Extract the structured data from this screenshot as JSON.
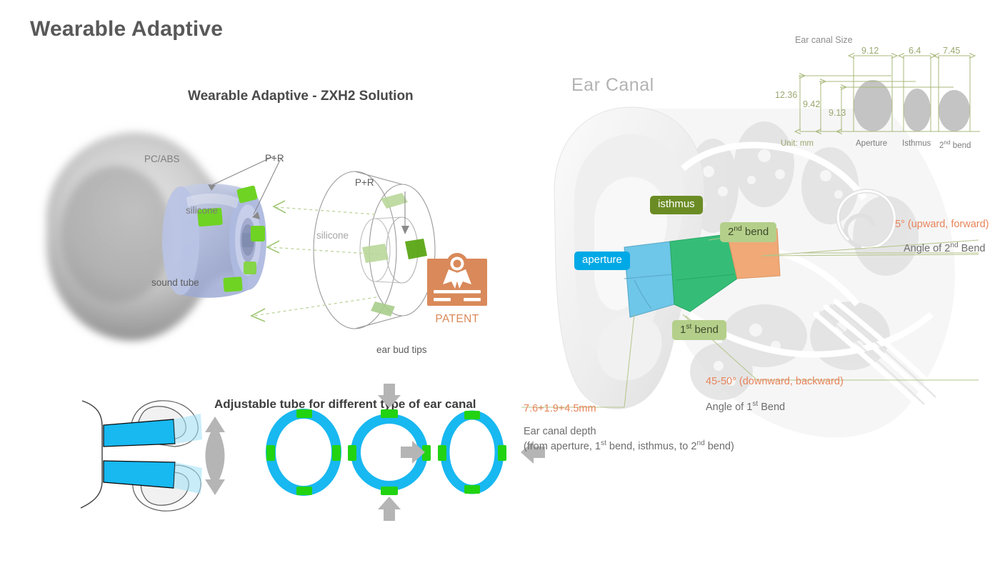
{
  "slide": {
    "title": "Wearable Adaptive"
  },
  "left_panel": {
    "subtitle": "Wearable Adaptive - ZXH2 Solution",
    "labels": {
      "pc_abs": "PC/ABS",
      "silicone_body": "silicone",
      "sound_tube": "sound tube",
      "pr_top": "P+R",
      "pr_tip": "P+R",
      "silicone_tip": "silicone",
      "ear_bud_tips": "ear bud tips"
    },
    "patent": {
      "label": "PATENT",
      "icon": "award-ribbon-icon",
      "color": "#d9895a"
    }
  },
  "adjustable_tube": {
    "title": "Adjustable tube for different type of ear canal",
    "ring_color": "#18b8f0",
    "pad_color": "#22d312",
    "arrow_color": "#b3b3b3",
    "stages": [
      {
        "name": "relaxed-ring",
        "arrows": []
      },
      {
        "name": "vertically-compressed-ring",
        "arrows": [
          "down",
          "up"
        ]
      },
      {
        "name": "horizontally-compressed-ring",
        "arrows": [
          "right",
          "left"
        ]
      }
    ]
  },
  "right_panel": {
    "heading": "Ear Canal",
    "badges": [
      {
        "id": "isthmus",
        "label": "isthmus",
        "style": "olive"
      },
      {
        "id": "second-bend",
        "label_pre": "2",
        "label_sup": "nd",
        "label_post": " bend",
        "style": "lgreen"
      },
      {
        "id": "aperture",
        "label": "aperture",
        "style": "blue"
      },
      {
        "id": "first-bend",
        "label_pre": "1",
        "label_sup": "st",
        "label_post": " bend",
        "style": "lgreen"
      }
    ],
    "segments": [
      {
        "name": "aperture-segment",
        "color": "#6ec6e8"
      },
      {
        "name": "first-bend-segment",
        "color": "#35bd77"
      },
      {
        "name": "second-bend-segment",
        "color": "#f0a977"
      }
    ],
    "callouts": {
      "second_bend_angle": {
        "value_pre": "5° (upward, forward)",
        "sub_pre": "Angle of 2",
        "sub_sup": "nd",
        "sub_post": " Bend"
      },
      "first_bend_angle": {
        "value_pre": "45-50° (downward, backward)",
        "sub_pre": "Angle of 1",
        "sub_sup": "st",
        "sub_post": " Bend"
      },
      "canal_depth": {
        "value": "7.6+1.9+4.5mm",
        "sub_line1": "Ear canal depth",
        "sub_line2_a": "(from aperture, 1",
        "sub_line2_sup1": "st",
        "sub_line2_b": " bend, isthmus, to 2",
        "sub_line2_sup2": "nd",
        "sub_line2_c": " bend)"
      }
    }
  },
  "chart_data": {
    "type": "bar",
    "title": "Ear canal Size",
    "unit_label": "Unit: mm",
    "categories": [
      "Aperture",
      "Isthmus",
      "2nd bend"
    ],
    "category_sups": [
      "",
      "",
      "nd"
    ],
    "series": [
      {
        "name": "width",
        "values": [
          9.12,
          6.4,
          7.45
        ],
        "labels": [
          "9.12",
          "6.4",
          "7.45"
        ]
      },
      {
        "name": "height",
        "values": [
          12.36,
          9.42,
          9.13
        ],
        "labels": [
          "12.36",
          "9.42",
          "9.13"
        ]
      }
    ],
    "ellipse_color": "#c4c4c4",
    "dimension_color": "#a8b87a",
    "xlabel": "",
    "ylabel": "",
    "grid": false,
    "legend": "none"
  }
}
